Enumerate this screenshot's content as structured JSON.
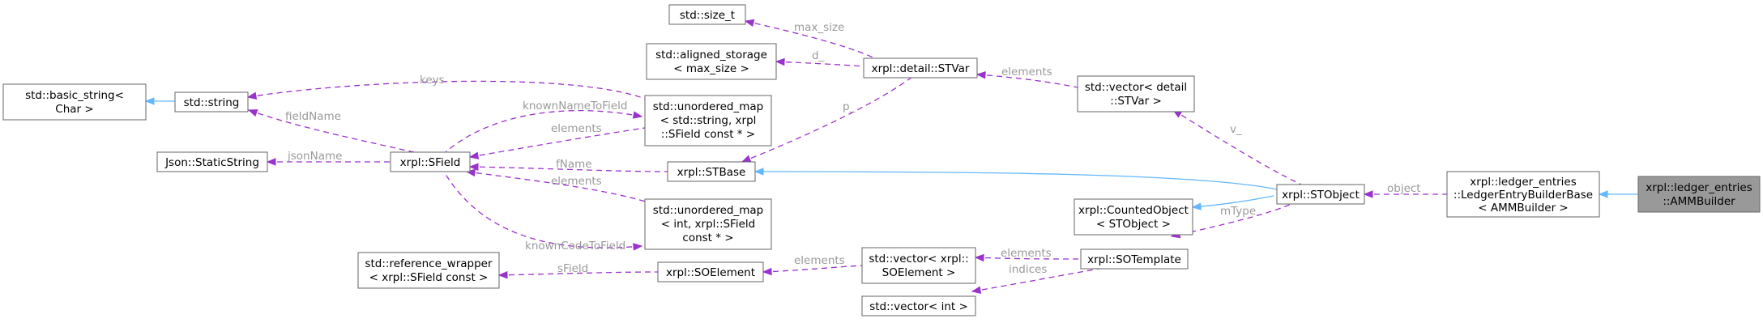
{
  "nodes": {
    "basic_string": {
      "lines": [
        "std::basic_string<",
        "Char >"
      ]
    },
    "string": {
      "lines": [
        "std::string"
      ]
    },
    "json_static_string": {
      "lines": [
        "Json::StaticString"
      ]
    },
    "sfield": {
      "lines": [
        "xrpl::SField"
      ]
    },
    "reference_wrapper": {
      "lines": [
        "std::reference_wrapper",
        "< xrpl::SField const >"
      ]
    },
    "size_t": {
      "lines": [
        "std::size_t"
      ]
    },
    "aligned_storage": {
      "lines": [
        "std::aligned_storage",
        "< max_size >"
      ]
    },
    "map_name": {
      "lines": [
        "std::unordered_map",
        "< std::string, xrpl",
        "::SField const * >"
      ]
    },
    "stbase": {
      "lines": [
        "xrpl::STBase"
      ]
    },
    "map_code": {
      "lines": [
        "std::unordered_map",
        "< int, xrpl::SField",
        "const * >"
      ]
    },
    "soelement": {
      "lines": [
        "xrpl::SOElement"
      ]
    },
    "stvar": {
      "lines": [
        "xrpl::detail::STVar"
      ]
    },
    "vec_soelement": {
      "lines": [
        "std::vector< xrpl::",
        "SOElement >"
      ]
    },
    "vec_int": {
      "lines": [
        "std::vector< int >"
      ]
    },
    "vec_stvar": {
      "lines": [
        "std::vector< detail",
        "::STVar >"
      ]
    },
    "counted_object": {
      "lines": [
        "xrpl::CountedObject",
        "< STObject >"
      ]
    },
    "sotemplate": {
      "lines": [
        "xrpl::SOTemplate"
      ]
    },
    "stobject": {
      "lines": [
        "xrpl::STObject"
      ]
    },
    "builder_base": {
      "lines": [
        "xrpl::ledger_entries",
        "::LedgerEntryBuilderBase",
        "< AMMBuilder >"
      ]
    },
    "amm_builder": {
      "lines": [
        "xrpl::ledger_entries",
        "::AMMBuilder"
      ]
    }
  },
  "edges": {
    "inherit_basic_string": {
      "kind": "inherit",
      "label": ""
    },
    "keys": {
      "kind": "use",
      "label": "keys"
    },
    "field_name": {
      "kind": "use",
      "label": "fieldName"
    },
    "known_name_to_field": {
      "kind": "use",
      "label": "knownNameToField"
    },
    "elements_map_name": {
      "kind": "use",
      "label": "elements"
    },
    "json_name": {
      "kind": "use",
      "label": "jsonName"
    },
    "f_name": {
      "kind": "use",
      "label": "fName"
    },
    "elements_map_code": {
      "kind": "use",
      "label": "elements"
    },
    "known_code_to_field": {
      "kind": "use",
      "label": "knownCodeToField"
    },
    "s_field": {
      "kind": "use",
      "label": "sField"
    },
    "max_size": {
      "kind": "use",
      "label": "max_size"
    },
    "d": {
      "kind": "use",
      "label": "d_"
    },
    "p": {
      "kind": "use",
      "label": "p_"
    },
    "elements_stvar": {
      "kind": "use",
      "label": "elements"
    },
    "v": {
      "kind": "use",
      "label": "v_"
    },
    "inherit_stbase": {
      "kind": "inherit",
      "label": ""
    },
    "inherit_counted": {
      "kind": "inherit",
      "label": ""
    },
    "m_type": {
      "kind": "use",
      "label": "mType"
    },
    "elements_sotemplate": {
      "kind": "use",
      "label": "elements"
    },
    "indices": {
      "kind": "use",
      "label": "indices"
    },
    "object": {
      "kind": "use",
      "label": "object"
    },
    "inherit_builder": {
      "kind": "inherit",
      "label": ""
    }
  },
  "colors": {
    "inherit": "#63b8ff",
    "use": "#9a32cd",
    "label": "#9a9a9a",
    "focus_fill": "#999999"
  }
}
